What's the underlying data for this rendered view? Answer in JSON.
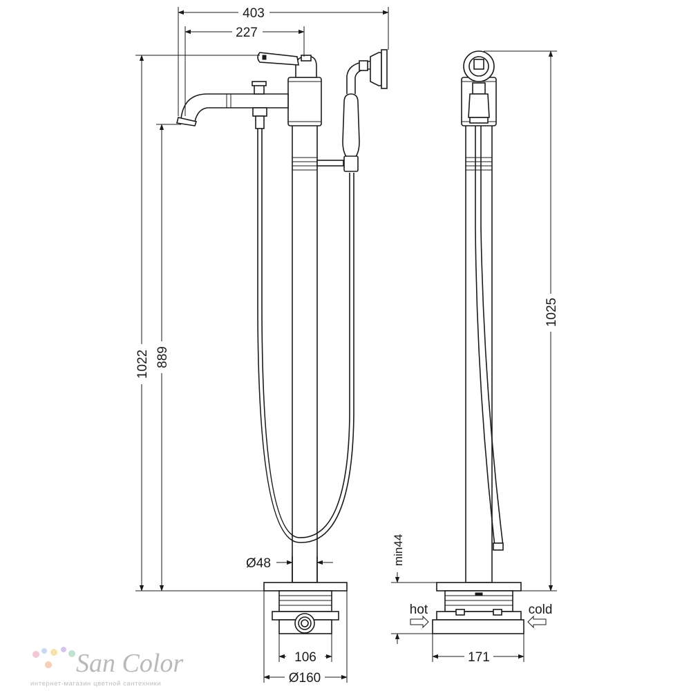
{
  "dimensions": {
    "overall_width": "403",
    "spout_reach": "227",
    "height_to_handle": "1022",
    "spout_height": "889",
    "total_height_side": "1025",
    "column_diameter": "Ø48",
    "min_depth": "min44",
    "box_width": "106",
    "base_diameter": "Ø160",
    "side_width": "171"
  },
  "labels": {
    "hot": "hot",
    "cold": "cold"
  },
  "watermark": {
    "brand": "San Color",
    "tagline": "интернет-магазин цветной сантехники",
    "dot_colors": [
      "#f4c7d6",
      "#c9d9f2",
      "#f6e3a8",
      "#d6c4ec",
      "#bfe3cf",
      "#f7cfb5"
    ]
  },
  "colors": {
    "line": "#1a1a1a",
    "background": "#ffffff",
    "watermark": "#b9b9b9"
  }
}
